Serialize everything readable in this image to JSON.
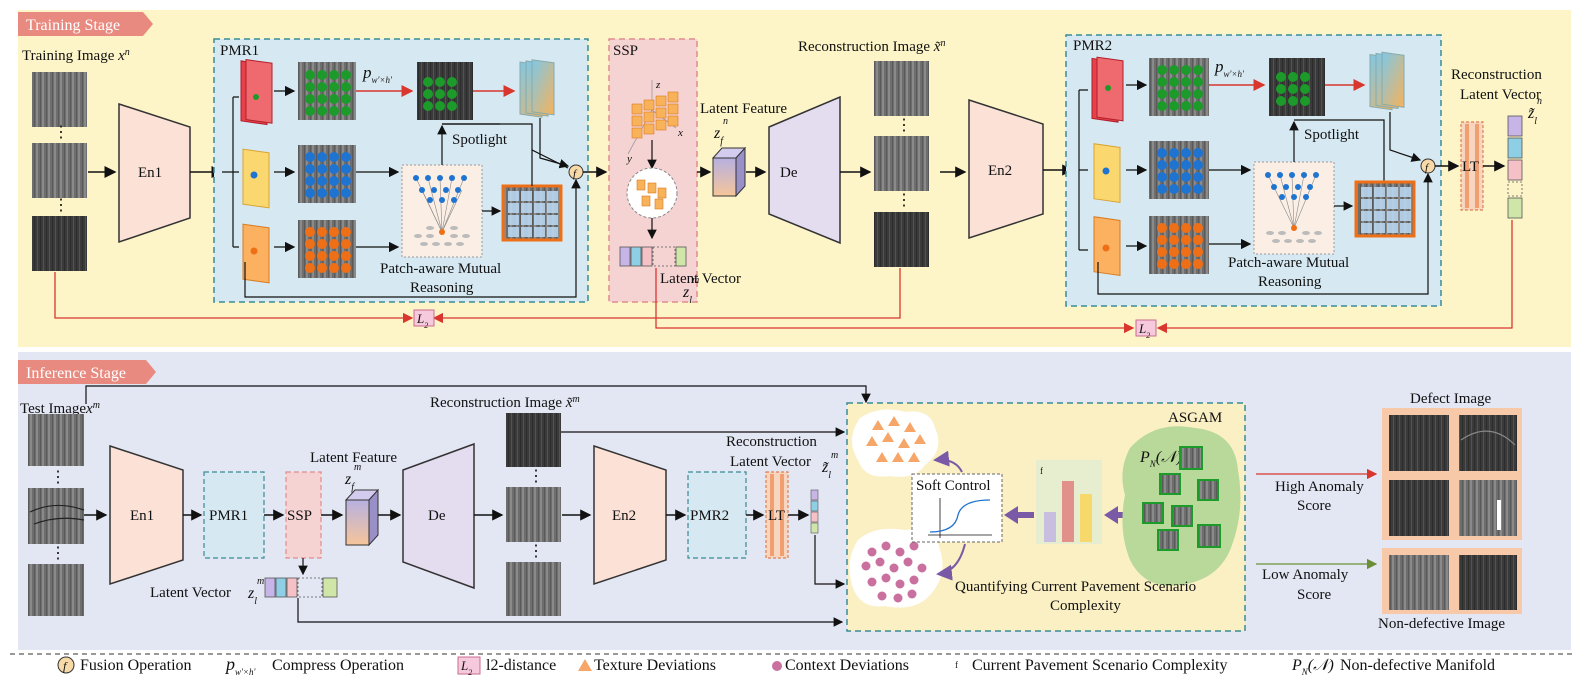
{
  "training": {
    "tag": "Training Stage",
    "training_image": "Training Image",
    "training_image_sym": "x",
    "training_image_sup": "n",
    "en1": "En1",
    "pmr1": "PMR1",
    "spotlight": "Spotlight",
    "patch_aware_1": "Patch-aware Mutual",
    "patch_aware_2": "Reasoning",
    "ssp": "SSP",
    "latent_feature": "Latent Feature",
    "latent_vector": "Latent Vector",
    "de": "De",
    "recon_image": "Reconstruction  Image",
    "en2": "En2",
    "pmr2": "PMR2",
    "spotlight2": "Spotlight",
    "patch_aware2_1": "Patch-aware Mutual",
    "patch_aware2_2": "Reasoning",
    "lt": "LT",
    "recon_latent_1": "Reconstruction",
    "recon_latent_2": "Latent Vector",
    "l2": "L",
    "l2_sub": "2",
    "p_sym": "p",
    "p_sub": "w'×h'",
    "axis_x": "x",
    "axis_y": "y",
    "axis_z": "z",
    "fusion_f": "f"
  },
  "inference": {
    "tag": "Inference Stage",
    "test_image": "Test Image",
    "test_image_sym": "x",
    "test_image_sup": "m",
    "en1": "En1",
    "pmr1": "PMR1",
    "ssp": "SSP",
    "latent_feature": "Latent Feature",
    "de": "De",
    "recon_image": "Reconstruction  Image",
    "en2": "En2",
    "pmr2": "PMR2",
    "lt": "LT",
    "recon_latent_1": "Reconstruction",
    "recon_latent_2": "Latent Vector",
    "latent_vector": "Latent Vector",
    "asgam": "ASGAM",
    "soft_control": "Soft Control",
    "manifold_sym": "P",
    "manifold_sub": "N",
    "manifold_arg": "(𝒩)",
    "quant_1": "Quantifying Current Pavement Scenario",
    "quant_2": "Complexity",
    "defect_image": "Defect Image",
    "high_score_1": "High Anomaly",
    "high_score_2": "Score",
    "low_score_1": "Low Anomaly",
    "low_score_2": "Score",
    "non_defective": "Non-defective Image",
    "dots": "⋮"
  },
  "legend": {
    "fusion_sym": "f",
    "fusion": "Fusion Operation",
    "compress_sym": "p",
    "compress_sub": "w'×h'",
    "compress": "Compress  Operation",
    "l2_sym": "L",
    "l2_sub": "2",
    "l2": "l2-distance",
    "texture": "Texture  Deviations",
    "context": "Context  Deviations",
    "complexity_sym": "f",
    "complexity": "Current Pavement Scenario Complexity",
    "manifold_sym": "P",
    "manifold_sub": "N",
    "manifold_arg": "(𝒩)",
    "manifold": "Non-defective Manifold"
  },
  "colors": {
    "training_bg": "#fdf5c8",
    "inference_bg": "#e3e6f3",
    "tag_bg": "#e88a7f",
    "pmr_bg": "#d6e8f1",
    "pmr_border": "#3a8c96",
    "ssp_bg": "#f6d3d3",
    "ssp_border": "#e08c8c",
    "encoder_fill": "#fbe1d6",
    "decoder_fill": "#e4dcef",
    "asgam_bg": "#faf0c4",
    "red_line": "#d9362e",
    "green_dot": "#1c9a2a",
    "blue_dot": "#1e74d0",
    "orange_dot": "#ee6f16",
    "manifold_green": "#b9d99a",
    "texture_orange": "#f7a66a",
    "context_pink": "#c9709f",
    "purple_arrow": "#7a5aa6"
  }
}
